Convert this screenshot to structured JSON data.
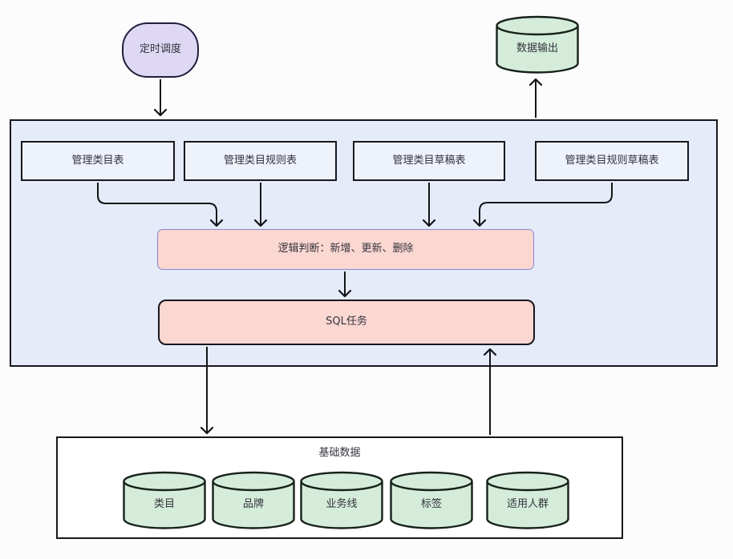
{
  "scheduler": {
    "label": "定时调度"
  },
  "output_db": {
    "label": "数据输出"
  },
  "pipeline": {
    "tables": [
      {
        "label": "管理类目表"
      },
      {
        "label": "管理类目规则表"
      },
      {
        "label": "管理类目草稿表"
      },
      {
        "label": "管理类目规则草稿表"
      }
    ],
    "logic_box": {
      "label": "逻辑判断：新增、更新、删除"
    },
    "sql_box": {
      "label": "SQL任务"
    }
  },
  "base_data": {
    "title": "基础数据",
    "databases": [
      {
        "label": "类目"
      },
      {
        "label": "品牌"
      },
      {
        "label": "业务线"
      },
      {
        "label": "标签"
      },
      {
        "label": "适用人群"
      }
    ]
  },
  "colors": {
    "scheduler_fill": "#ded8f5",
    "database_fill": "#d4ecd9",
    "container_fill": "#e5ebf8",
    "table_box_fill": "#eef2fb",
    "process_fill": "#fbd7d1",
    "logic_border": "#8886d0",
    "line": "#141418"
  }
}
